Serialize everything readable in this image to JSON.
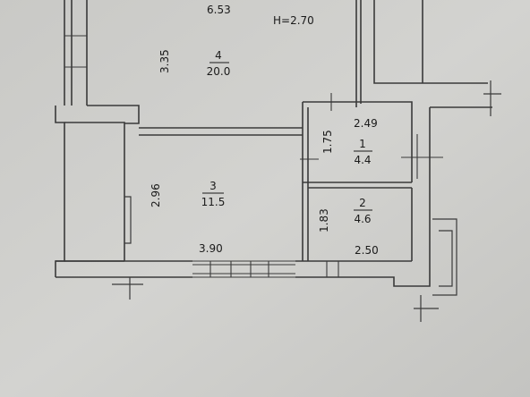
{
  "plan": {
    "ceiling_height": "H=2.70",
    "dimensions": {
      "top_width": "6.53",
      "room4_height": "3.35",
      "room3_height": "2.96",
      "room3_width": "3.90",
      "room1_width": "2.49",
      "room1_height": "1.75",
      "room2_height": "1.83",
      "room2_width": "2.50"
    },
    "rooms": [
      {
        "number": "4",
        "area": "20.0"
      },
      {
        "number": "3",
        "area": "11.5"
      },
      {
        "number": "1",
        "area": "4.4"
      },
      {
        "number": "2",
        "area": "4.6"
      }
    ]
  },
  "colors": {
    "paper": "#cfcfcc",
    "wall": "#3a3a3a",
    "wall_fill": "#d8d8d5",
    "text": "#1a1a1a"
  }
}
